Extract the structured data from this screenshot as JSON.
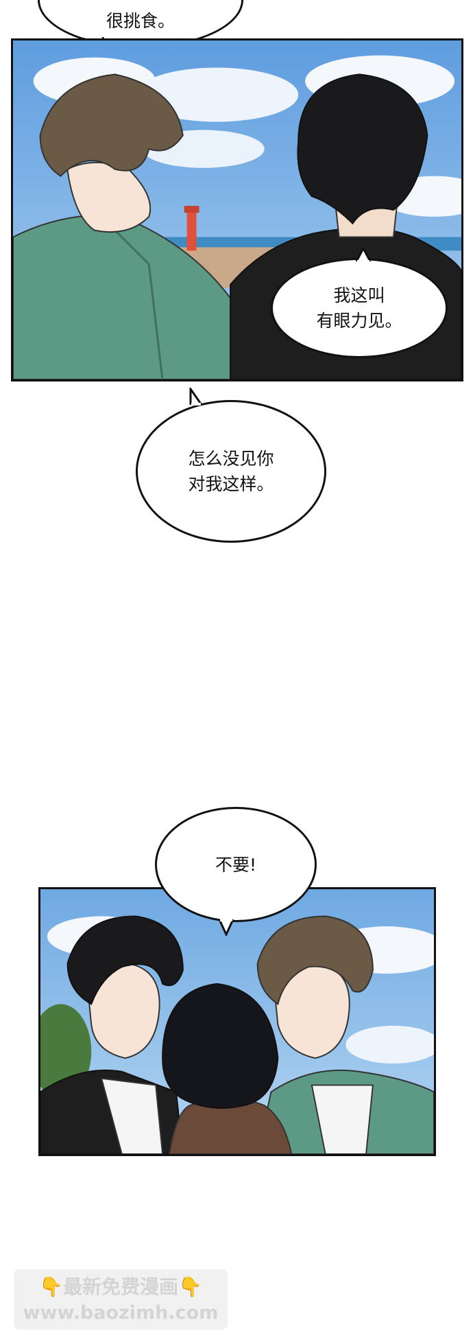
{
  "bubbles": {
    "top_cut": "很挑食。",
    "panel1_right": "我这叫\n有眼力见。",
    "middle": "怎么没见你\n对我这样。",
    "panel2_top": "不要!"
  },
  "watermark": {
    "line1_left_icon": "👇",
    "line1_text": "最新免费漫画",
    "line1_right_icon": "👇",
    "line2_text": "www.baozimh.com"
  },
  "colors": {
    "sky": "#7fb3e6",
    "cloud": "#ffffff",
    "green_jacket": "#5d9a86",
    "black_jacket": "#1e1e1e",
    "hair_brown": "#6b5a45",
    "hair_black": "#1a1a1c",
    "skin": "#f7e4d6"
  }
}
